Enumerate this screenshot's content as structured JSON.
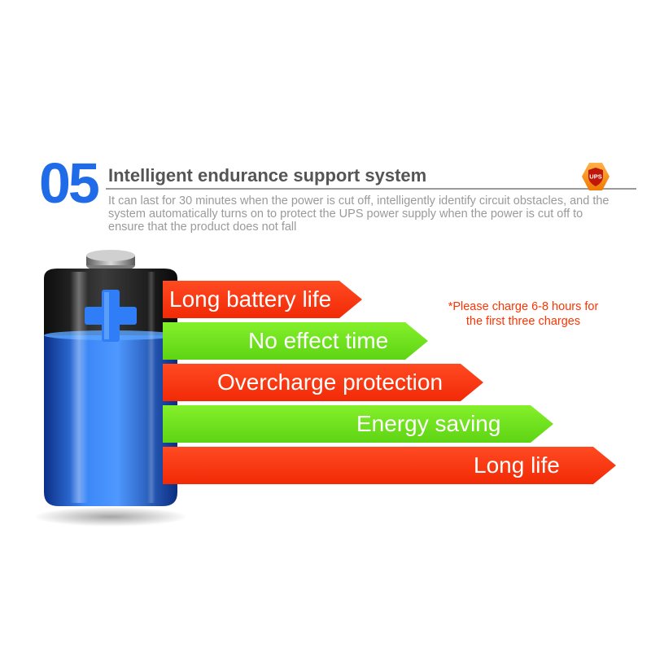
{
  "section": {
    "number": "05",
    "title": "Intelligent endurance support system",
    "description": "It can last for 30 minutes when the power is cut off, intelligently identify circuit obstacles, and the system automatically turns on to protect the UPS power supply when the power is cut off to ensure that the product does not fall"
  },
  "badge": {
    "label": "UPS",
    "icon": "ups-shield-icon",
    "color": "#ff8c1a"
  },
  "battery": {
    "icon": "battery-icon",
    "fill_color": "#2a74f0",
    "plus_icon": "plus-icon"
  },
  "features": [
    {
      "label": "Long battery life",
      "color": "#f5320a"
    },
    {
      "label": "No effect time",
      "color": "#74e41f"
    },
    {
      "label": "Overcharge protection",
      "color": "#f5320a"
    },
    {
      "label": "Energy saving",
      "color": "#74e41f"
    },
    {
      "label": "Long life",
      "color": "#f5320a"
    }
  ],
  "note": "*Please charge 6-8 hours for the first three charges"
}
